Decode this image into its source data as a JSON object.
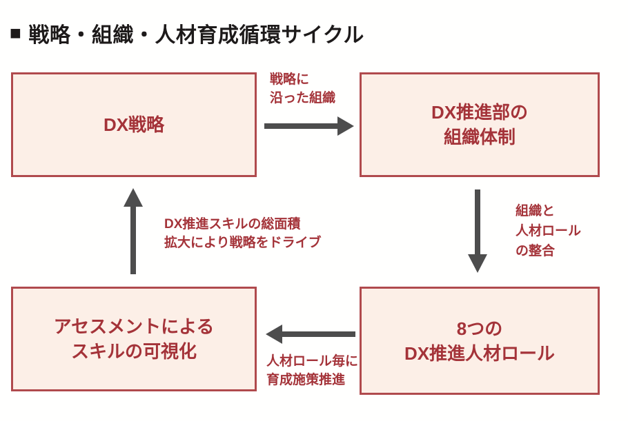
{
  "page": {
    "title_bullet": "■",
    "title": "戦略・組織・人材育成循環サイクル"
  },
  "colors": {
    "background": "#ffffff",
    "title_text": "#1d1a1a",
    "box_fill": "#fcefe7",
    "box_border": "#b04a4d",
    "accent_text": "#a43339",
    "arrow": "#4d4d4d"
  },
  "boxes": [
    {
      "id": "dx-strategy",
      "lines": [
        "DX戦略"
      ]
    },
    {
      "id": "dx-promotion-dept-org",
      "lines": [
        "DX推進部の",
        "組織体制"
      ]
    },
    {
      "id": "eight-dx-roles",
      "lines": [
        "8つの",
        "DX推進人材ロール"
      ]
    },
    {
      "id": "assessment-skill-visualization",
      "lines": [
        "アセスメントによる",
        "スキルの可視化"
      ]
    }
  ],
  "arrows": [
    {
      "id": "strategy-to-org",
      "direction": "right",
      "label_lines": [
        "戦略に",
        "沿った組織"
      ]
    },
    {
      "id": "org-to-roles",
      "direction": "down",
      "label_lines": [
        "組織と",
        "人材ロール",
        "の整合"
      ]
    },
    {
      "id": "roles-to-assessment",
      "direction": "left",
      "label_lines": [
        "人材ロール毎に",
        "育成施策推進"
      ]
    },
    {
      "id": "assessment-to-strategy",
      "direction": "up",
      "label_lines": [
        "DX推進スキルの総面積",
        "拡大により戦略をドライブ"
      ]
    }
  ]
}
